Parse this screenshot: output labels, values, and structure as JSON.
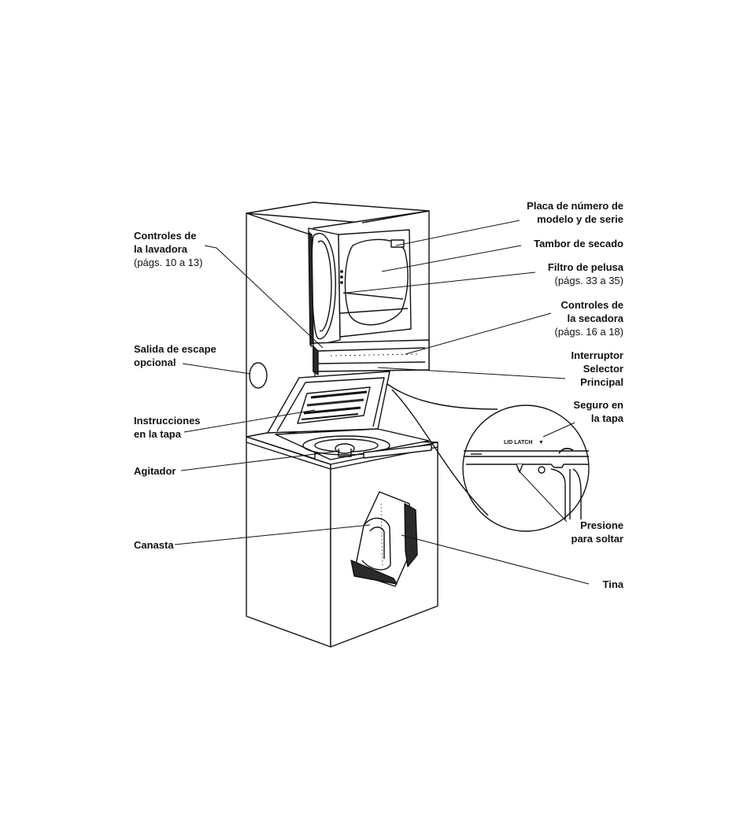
{
  "labels": {
    "placa": {
      "line1": "Placa de número de",
      "line2": "modelo y de serie"
    },
    "tambor": {
      "line1": "Tambor de secado"
    },
    "filtro": {
      "line1": "Filtro de pelusa",
      "line2": "(págs. 33 a 35)"
    },
    "controles_secadora": {
      "line1": "Controles de",
      "line2": "la secadora",
      "line3": "(págs. 16 a 18)"
    },
    "interruptor": {
      "line1": "Interruptor",
      "line2": "Selector",
      "line3": "Principal"
    },
    "seguro": {
      "line1": "Seguro en",
      "line2": "la tapa"
    },
    "presione": {
      "line1": "Presione",
      "line2": "para soltar"
    },
    "tina": {
      "line1": "Tina"
    },
    "controles_lavadora": {
      "line1": "Controles de",
      "line2": "la lavadora",
      "line3": "(págs. 10 a 13)"
    },
    "salida": {
      "line1": "Salida de escape",
      "line2": "opcional"
    },
    "instrucciones": {
      "line1": "Instrucciones",
      "line2": "en la tapa"
    },
    "agitador": {
      "line1": "Agitador"
    },
    "canasta": {
      "line1": "Canasta"
    }
  },
  "inset": {
    "lid_latch_text": "LID LATCH"
  },
  "colors": {
    "ink": "#111111",
    "paper": "#ffffff",
    "shade": "#2a2a2a"
  }
}
